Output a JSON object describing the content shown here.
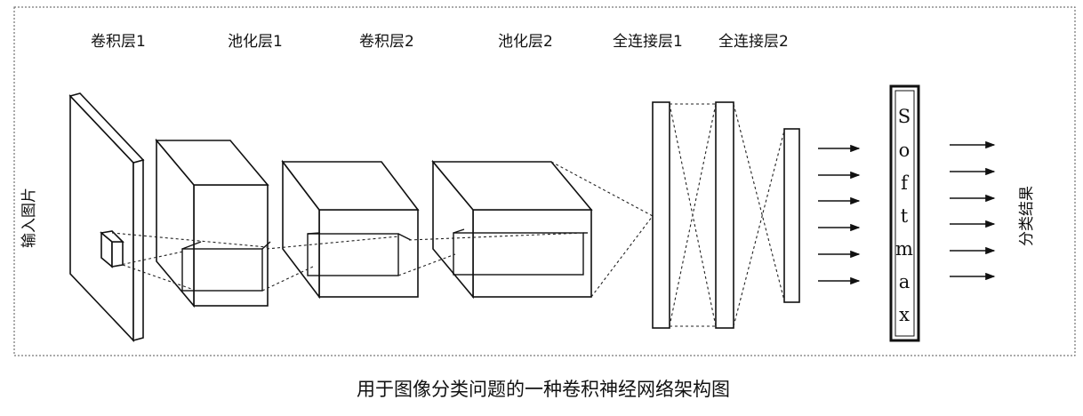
{
  "labels": {
    "conv1": "卷积层1",
    "pool1": "池化层1",
    "conv2": "卷积层2",
    "pool2": "池化层2",
    "fc1": "全连接层1",
    "fc2": "全连接层2",
    "input": "输入图片",
    "output": "分类结果"
  },
  "softmax": [
    "S",
    "o",
    "f",
    "t",
    "m",
    "a",
    "x"
  ],
  "caption": "用于图像分类问题的一种卷积神经网络架构图"
}
